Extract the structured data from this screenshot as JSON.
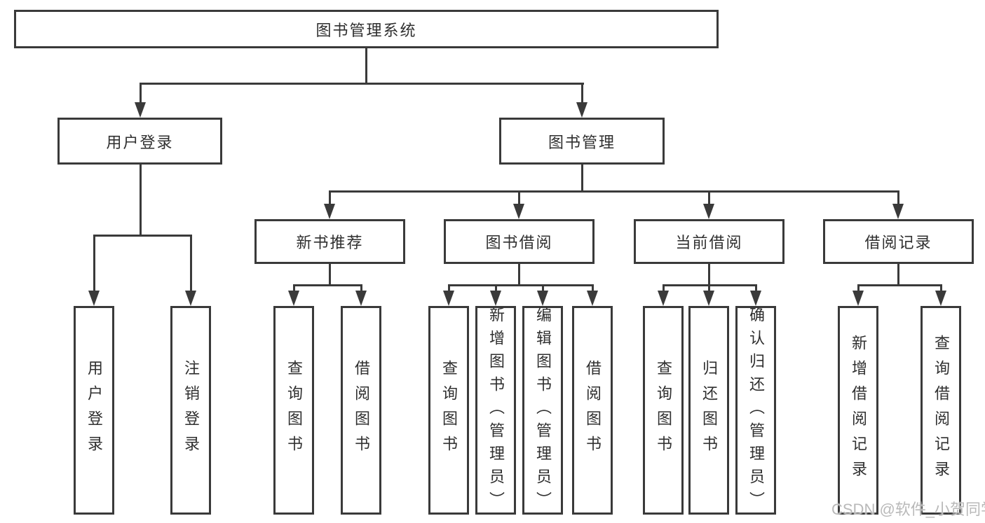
{
  "diagram": {
    "root": {
      "label": "图书管理系统"
    },
    "level2": [
      {
        "label": "用户登录"
      },
      {
        "label": "图书管理"
      }
    ],
    "level3": [
      {
        "label": "新书推荐"
      },
      {
        "label": "图书借阅"
      },
      {
        "label": "当前借阅"
      },
      {
        "label": "借阅记录"
      }
    ],
    "leaves": [
      {
        "label": "用户登录"
      },
      {
        "label": "注销登录"
      },
      {
        "label": "查询图书"
      },
      {
        "label": "借阅图书"
      },
      {
        "label": "查询图书"
      },
      {
        "label": "新增图书（管理员）"
      },
      {
        "label": "编辑图书（管理员）"
      },
      {
        "label": "借阅图书"
      },
      {
        "label": "查询图书"
      },
      {
        "label": "归还图书"
      },
      {
        "label": "确认归还（管理员）"
      },
      {
        "label": "新增借阅记录"
      },
      {
        "label": "查询借阅记录"
      }
    ]
  },
  "watermark": {
    "text": "CSDN @软件_小贺同学"
  },
  "colors": {
    "line": "#3a3a3a",
    "text": "#2f2f2f",
    "watermark": "#b9b9b9",
    "background": "#ffffff"
  }
}
